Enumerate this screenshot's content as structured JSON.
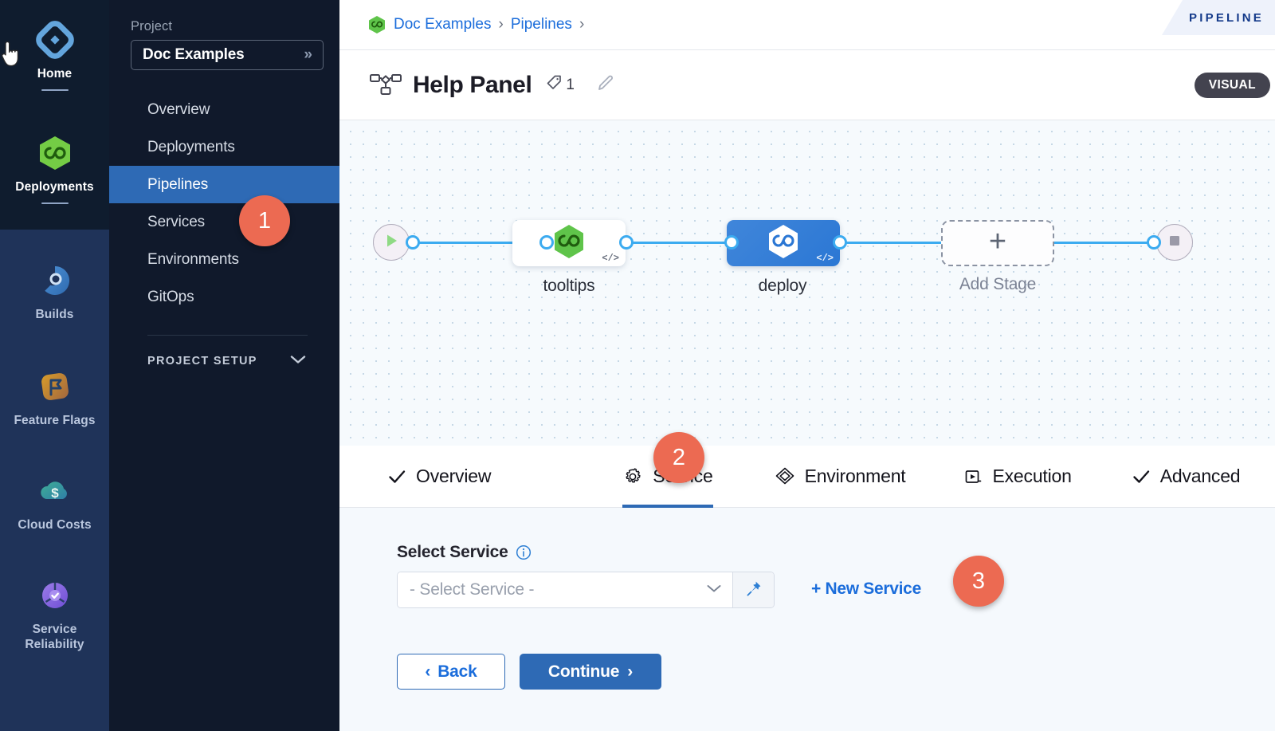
{
  "rail": {
    "top_items": [
      {
        "label": "Home",
        "icon": "home-diamond-icon",
        "underline": true
      },
      {
        "label": "Deployments",
        "icon": "deployments-hex-infinity-icon",
        "underline": true
      }
    ],
    "bottom_items": [
      {
        "label": "Builds",
        "icon": "builds-icon"
      },
      {
        "label": "Feature Flags",
        "icon": "feature-flags-icon"
      },
      {
        "label": "Cloud Costs",
        "icon": "cloud-costs-icon"
      },
      {
        "label": "Service Reliability",
        "icon": "service-reliability-icon"
      }
    ]
  },
  "project_nav": {
    "section_label": "Project",
    "selected_project": "Doc Examples",
    "expand_glyph": "»",
    "items": [
      {
        "label": "Overview",
        "active": false
      },
      {
        "label": "Deployments",
        "active": false
      },
      {
        "label": "Pipelines",
        "active": true
      },
      {
        "label": "Services",
        "active": false
      },
      {
        "label": "Environments",
        "active": false
      },
      {
        "label": "GitOps",
        "active": false
      }
    ],
    "setup_label": "PROJECT SETUP"
  },
  "breadcrumb": {
    "items": [
      "Doc Examples",
      "Pipelines"
    ],
    "separator": "›",
    "trailing_separator": "›"
  },
  "corner_flag": {
    "text": "PIPELINE"
  },
  "title_bar": {
    "title": "Help Panel",
    "tag_count": "1",
    "icon": "pipeline-nodes-icon",
    "edit_icon": "pencil-icon",
    "mode_badge": "VISUAL"
  },
  "canvas": {
    "start_node": "play-icon",
    "end_node": "stop-icon",
    "stages": [
      {
        "name": "tooltips",
        "style": "white",
        "icon": "harness-hex-green-icon",
        "code_badge": "</>"
      },
      {
        "name": "deploy",
        "style": "blue",
        "icon": "harness-hex-white-icon",
        "code_badge": "</>"
      }
    ],
    "add_stage": {
      "label": "Add Stage",
      "glyph": "+"
    }
  },
  "tabs": [
    {
      "label": "Overview",
      "icon": "check-icon",
      "active": false
    },
    {
      "label": "Service",
      "icon": "gear-icon",
      "active": true
    },
    {
      "label": "Environment",
      "icon": "layers-icon",
      "active": false
    },
    {
      "label": "Execution",
      "icon": "play-box-icon",
      "active": false
    },
    {
      "label": "Advanced",
      "icon": "check-icon",
      "active": false
    }
  ],
  "form": {
    "select_service_label": "Select Service",
    "info_icon": "info-icon",
    "select_value": "- Select Service -",
    "select_caret": "chevron-down-icon",
    "pin_icon": "pin-icon",
    "new_service_label": "+ New Service",
    "back_label": "Back",
    "back_chevron": "‹",
    "continue_label": "Continue",
    "continue_chevron": "›"
  },
  "step_badges": [
    {
      "number": "1"
    },
    {
      "number": "2"
    },
    {
      "number": "3"
    }
  ],
  "colors": {
    "accent_blue": "#2e6ab5",
    "link_blue": "#1b6ddb",
    "badge_orange": "#ec6a52",
    "edge_blue": "#3cabf0",
    "rail_top_bg": "#0f1c2e",
    "rail_bottom_bg": "#1f3359",
    "project_nav_bg": "#10192b",
    "green_hex": "#5fc44a"
  }
}
